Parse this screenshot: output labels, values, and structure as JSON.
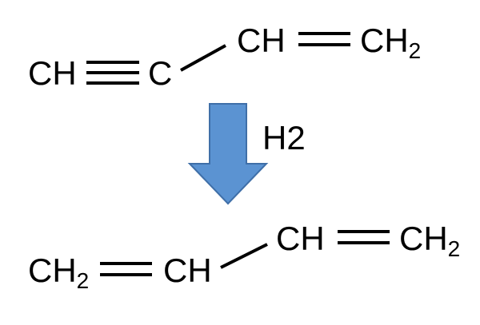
{
  "reactant": {
    "groups": [
      {
        "main": "CH",
        "sub": ""
      },
      {
        "main": "C",
        "sub": ""
      },
      {
        "main": "CH",
        "sub": ""
      },
      {
        "main": "CH",
        "sub": "2"
      }
    ]
  },
  "arrow": {
    "reagent": "H2",
    "color": "#5b93d2",
    "stroke": "#3f6fa8"
  },
  "product": {
    "groups": [
      {
        "main": "CH",
        "sub": "2"
      },
      {
        "main": "CH",
        "sub": ""
      },
      {
        "main": "CH",
        "sub": ""
      },
      {
        "main": "CH",
        "sub": "2"
      }
    ]
  }
}
